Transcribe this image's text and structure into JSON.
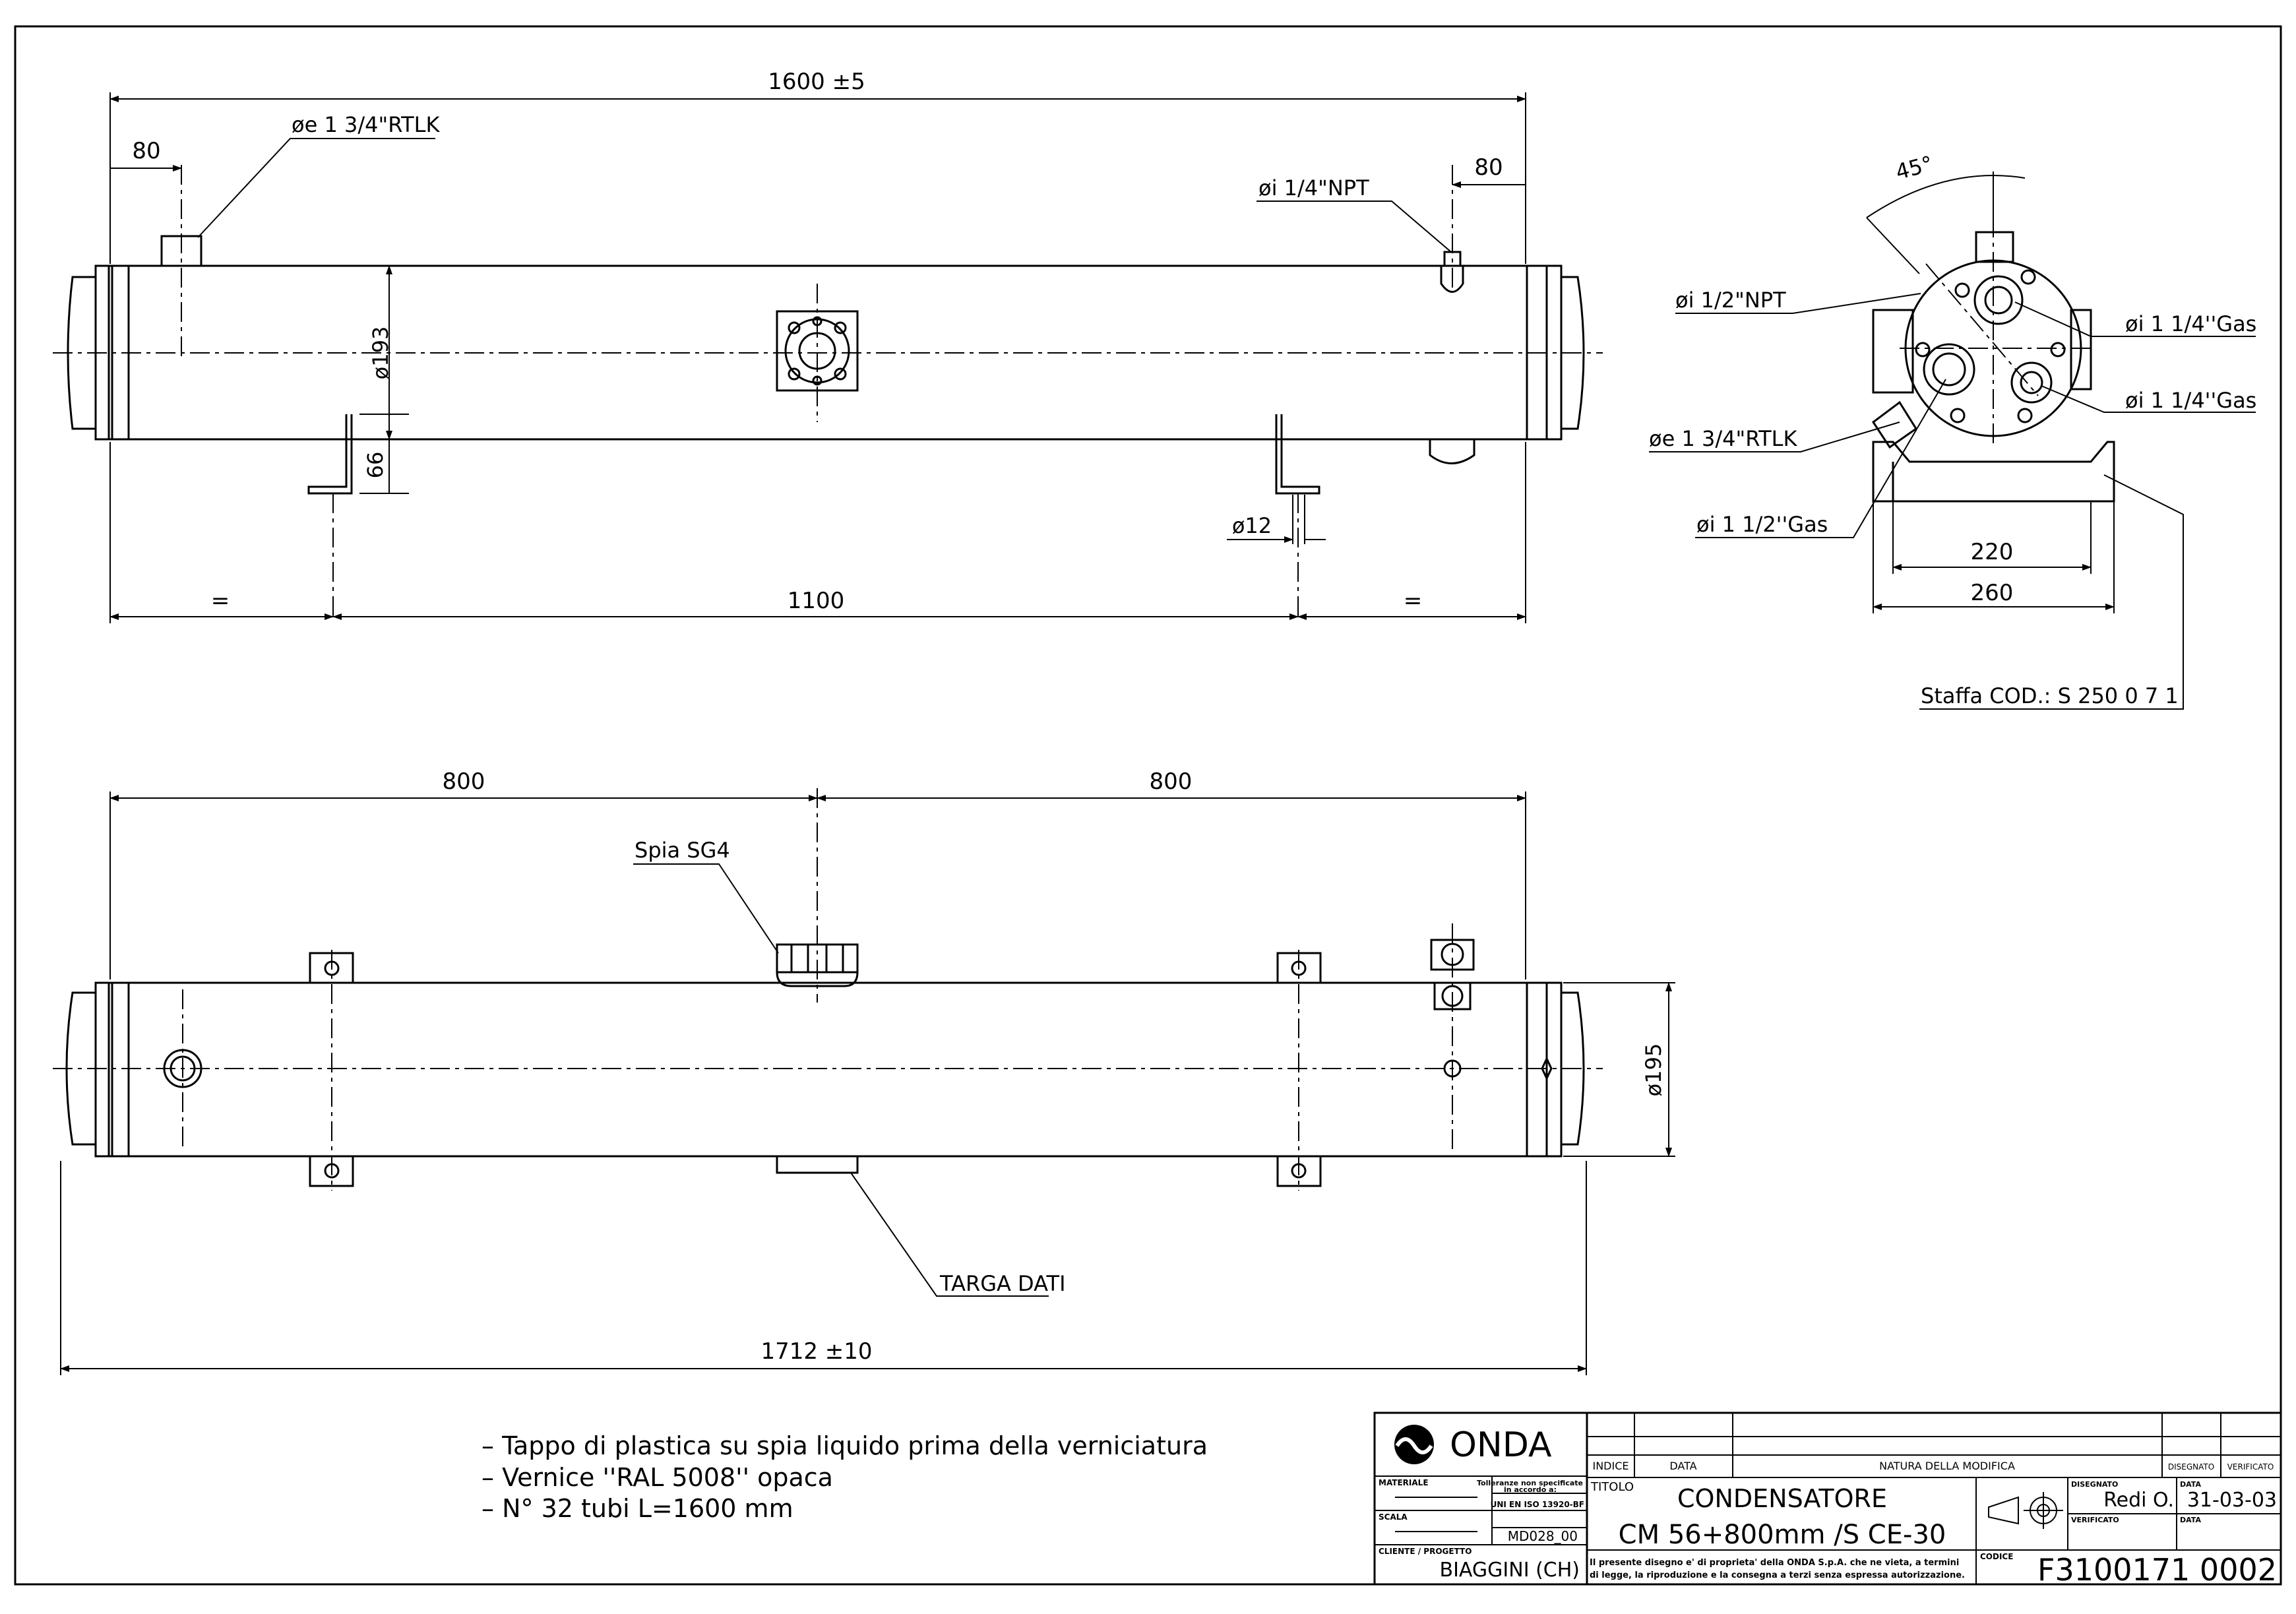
{
  "side_view": {
    "overall_length": "1600 ±5",
    "left_offset": "80",
    "right_offset": "80",
    "inlet_label": "øe 1 3/4\"RTLK",
    "npt_label": "øi 1/4\"NPT",
    "diameter": "ø193",
    "foot_height": "66",
    "hole_label": "ø12",
    "foot_spacing": "1100",
    "equal_left": "=",
    "equal_right": "="
  },
  "end_view": {
    "angle": "45°",
    "npt_label": "øi 1/2\"NPT",
    "gas_top_label": "øi 1 1/4''Gas",
    "gas_mid_label": "øi 1 1/4''Gas",
    "rtlk_label": "øe 1 3/4\"RTLK",
    "gas_bottom_label": "øi 1 1/2''Gas",
    "inner_width": "220",
    "outer_width": "260",
    "bracket_code": "Staffa COD.: S 250 0 7 1"
  },
  "top_view": {
    "left_half": "800",
    "right_half": "800",
    "sight_glass": "Spia SG4",
    "diameter": "ø195",
    "nameplate": "TARGA DATI",
    "total_length": "1712 ±10"
  },
  "notes": [
    "–  Tappo di plastica su spia liquido prima della verniciatura",
    "–  Vernice ''RAL 5008'' opaca",
    "–  N° 32 tubi L=1600 mm"
  ],
  "title_block": {
    "company": "ONDA",
    "materiale_label": "MATERIALE",
    "tolleranze_line1": "Tolleranze non specificate",
    "tolleranze_line2": "in accordo a:",
    "tolleranze_norm": "UNI EN ISO 13920-BF",
    "scala_label": "SCALA",
    "scala_value": "MD028_00",
    "cliente_label": "CLIENTE / PROGETTO",
    "cliente_value": "BIAGGINI (CH)",
    "indice_header": "INDICE",
    "data_header": "DATA",
    "natura_header": "NATURA DELLA MODIFICA",
    "disegnato_header": "DISEGNATO",
    "verificato_header": "VERIFICATO",
    "titolo_label": "TITOLO",
    "titolo_line1": "CONDENSATORE",
    "titolo_line2": "CM 56+800mm /S CE-30",
    "disegnato_label": "DISEGNATO",
    "disegnato_value": "Redi O.",
    "data_label": "DATA",
    "data_value": "31-03-03",
    "verificato_label": "VERIFICATO",
    "data2_label": "DATA",
    "codice_label": "CODICE",
    "codice_value": "F3100171  0002",
    "copyright_line1": "Il presente disegno e' di proprieta' della ONDA S.p.A. che ne vieta, a termini",
    "copyright_line2": "di legge, la riproduzione e la consegna a terzi senza espressa autorizzazione."
  }
}
